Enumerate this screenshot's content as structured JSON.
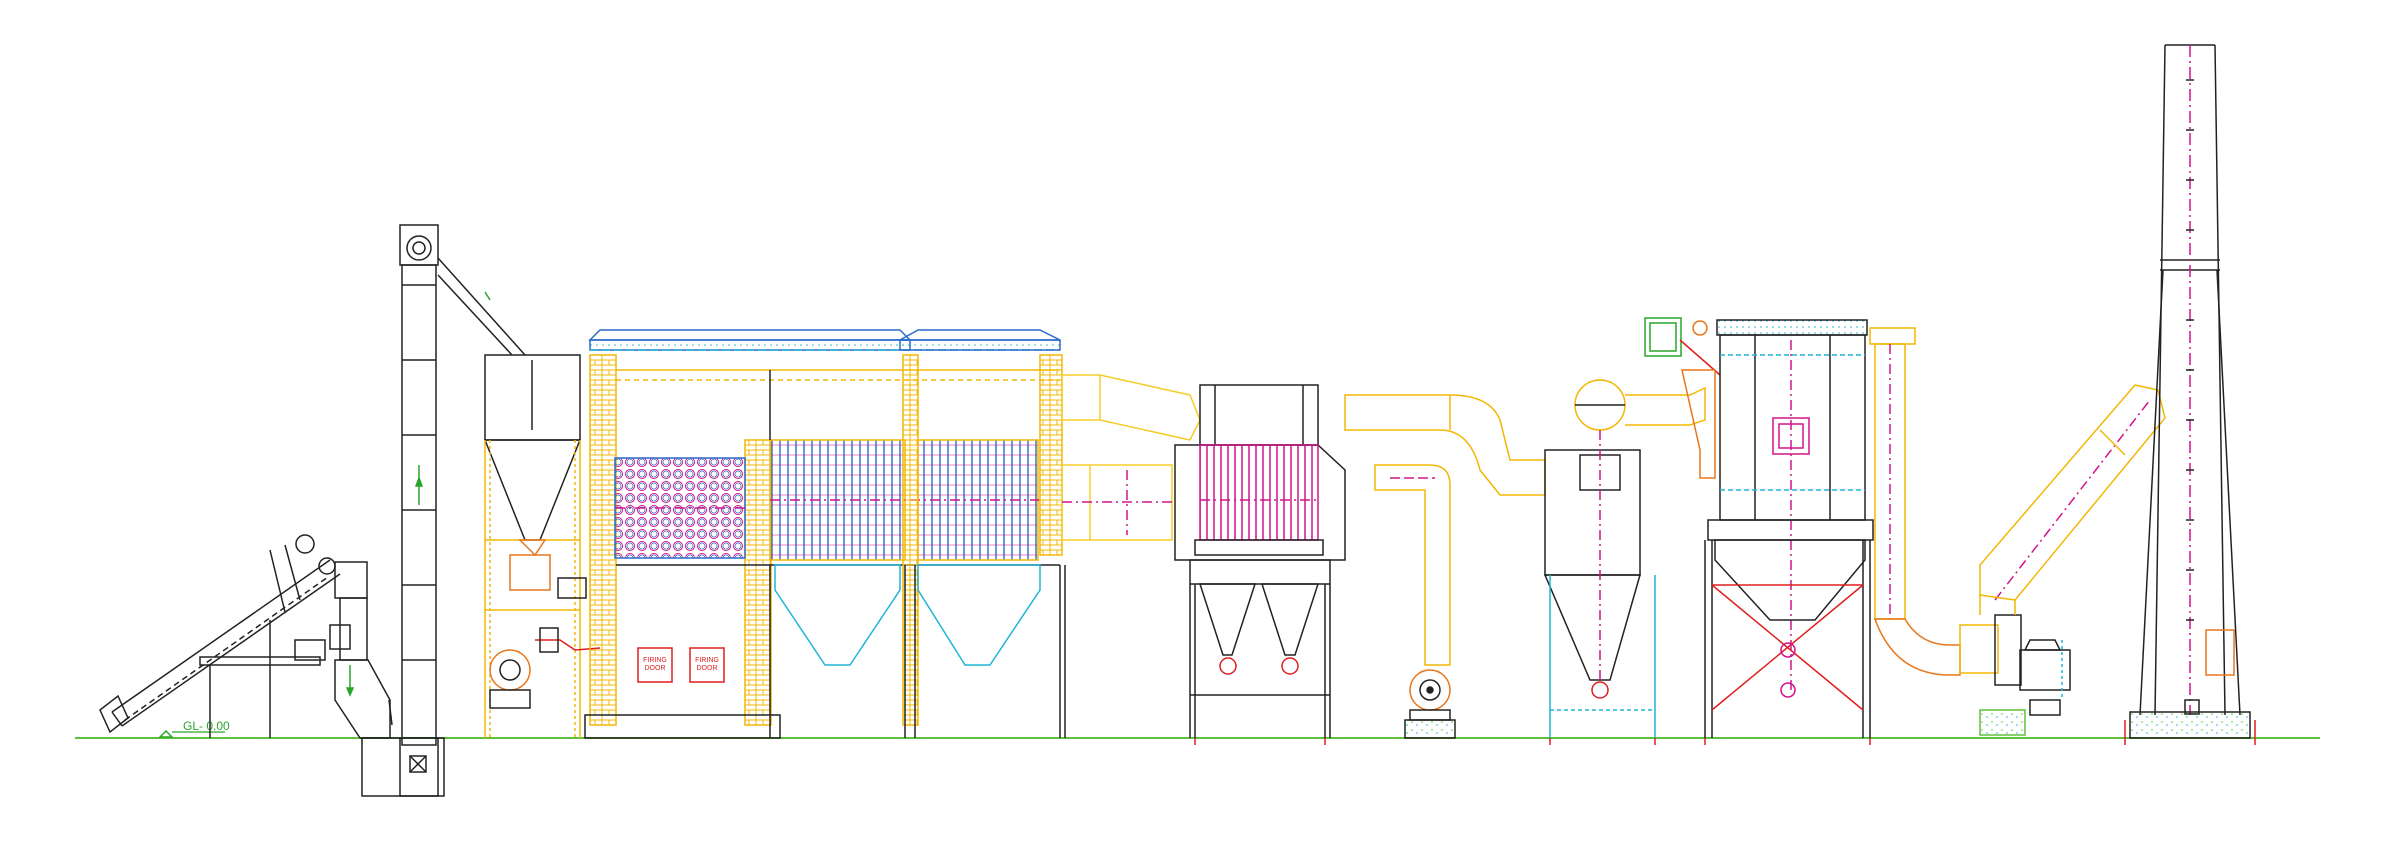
{
  "drawing": {
    "ground_label": "GL-  0.00",
    "firing_door_1": [
      "FIRING",
      "DOOR"
    ],
    "firing_door_2": [
      "FIRING",
      "DOOR"
    ]
  },
  "colors": {
    "black": "#222222",
    "yellow": "#f2b705",
    "light_yellow": "#f5cd2a",
    "orange": "#e8761c",
    "magenta": "#d0148c",
    "pink": "#e04a8c",
    "red": "#e01e1e",
    "blue": "#2a6cc9",
    "cyan": "#1fb6d6",
    "green": "#2aa52a",
    "ground": "#5fbf3a",
    "gray": "#888888"
  }
}
